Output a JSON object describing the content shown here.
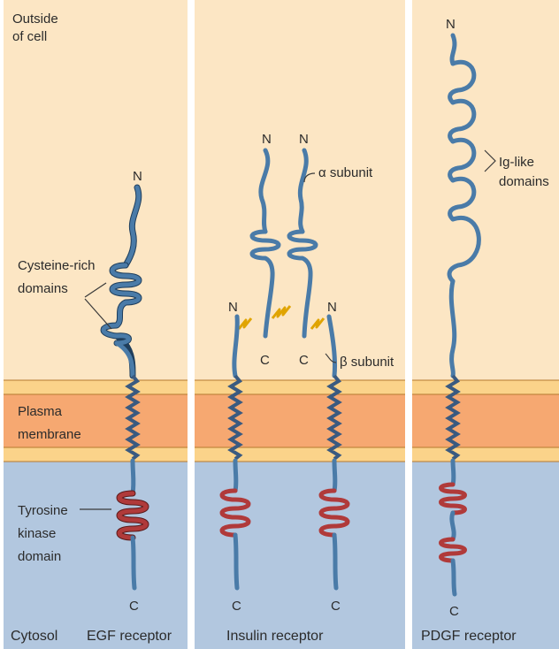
{
  "region_labels": {
    "outside": [
      "Outside",
      "of cell"
    ],
    "membrane": [
      "Plasma",
      "membrane"
    ],
    "cytosol": "Cytosol"
  },
  "receptors": {
    "egf": {
      "name": "EGF receptor",
      "n_terminus": "N",
      "c_terminus": "C",
      "domain_label": [
        "Cysteine-rich",
        "domains"
      ],
      "kinase_label": [
        "Tyrosine",
        "kinase",
        "domain"
      ]
    },
    "insulin": {
      "name": "Insulin receptor",
      "alpha_label": "α subunit",
      "beta_label": "β subunit",
      "terminus_n": "N",
      "terminus_c": "C"
    },
    "pdgf": {
      "name": "PDGF receptor",
      "n_terminus": "N",
      "c_terminus": "C",
      "domain_label": [
        "Ig-like",
        "domains"
      ]
    }
  },
  "colors": {
    "outside": "#fce6c4",
    "membrane_edge": "#fbd38a",
    "membrane_core": "#f6a871",
    "cytosol": "#b2c7df",
    "chain": "#4a7ba8",
    "kinase": "#b03a3a",
    "disulfide": "#e0a400"
  }
}
